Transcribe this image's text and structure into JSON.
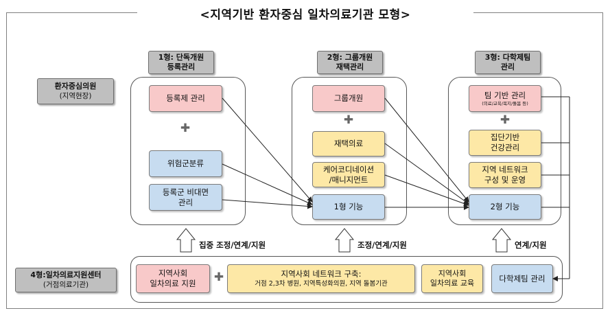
{
  "title": "<지역기반 환자중심 일차의료기관 모형>",
  "rows": {
    "top": {
      "line1": "환자중심의원",
      "line2": "(지역현장)"
    },
    "bottom": {
      "line1": "4형:일차의료지원센터",
      "line2": "(거점의료기관)"
    }
  },
  "models": [
    {
      "line1": "1형: 단독개원",
      "line2": "등록관리"
    },
    {
      "line1": "2형: 그룹개원",
      "line2": "재택관리"
    },
    {
      "line1": "3형: 다학제팀",
      "line2": "관리"
    }
  ],
  "col1": {
    "registration": "등록제 관리",
    "risk": "위험군분류",
    "remote_line1": "등록군 비대면",
    "remote_line2": "관리"
  },
  "col2": {
    "group": "그룹개원",
    "home_care": "재택의료",
    "coord_line1": "케어코디네이션",
    "coord_line2": "/매니지먼트",
    "type1": "1형 기능"
  },
  "col3": {
    "team_line1": "팀 기반 관리",
    "team_line2": "(의료/교육/복지/돌봄 등)",
    "group_health_line1": "집단기반",
    "group_health_line2": "건강관리",
    "network_line1": "지역 네트워크",
    "network_line2": "구성 및 운영",
    "type2": "2형 기능"
  },
  "plus": "✚",
  "arrows": [
    "집중 조정/연계/지원",
    "조정/연계/지원",
    "연계/지원"
  ],
  "support": {
    "community_line1": "지역사회",
    "community_line2": "일차의료 지원",
    "network_line1": "지역사회 네트워크 구축:",
    "network_line2": "거점 2,3차 병원, 지역특성화의원, 지역 돌봄기관",
    "education_line1": "지역사회",
    "education_line2": "일차의료 교육",
    "team": "다학제팀 관리"
  },
  "colors": {
    "pink": "#f8c9c9",
    "blue": "#c7dcf0",
    "yellow": "#fde8a6",
    "gray": "#bfbfbf"
  }
}
